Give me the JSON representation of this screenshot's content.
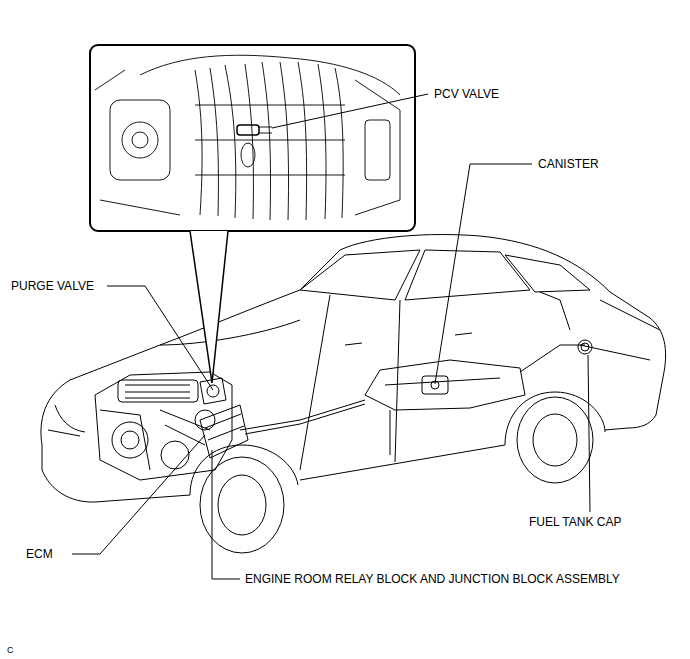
{
  "diagram": {
    "labels": [
      "PCV VALVE",
      "CANISTER",
      "PURGE VALVE",
      "FUEL TANK CAP",
      "ECM",
      "ENGINE ROOM RELAY BLOCK AND JUNCTION BLOCK ASSEMBLY",
      "C"
    ]
  }
}
